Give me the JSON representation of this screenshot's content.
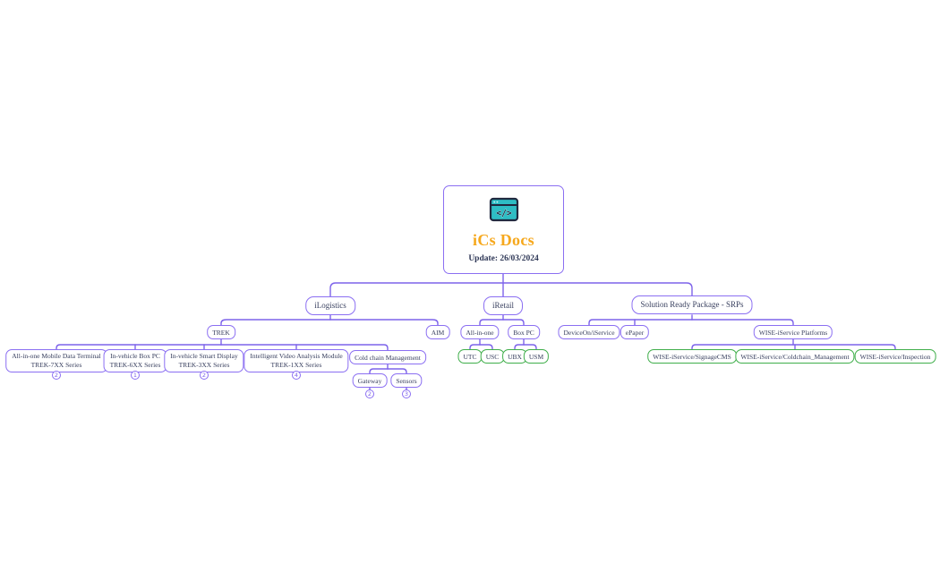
{
  "colors": {
    "branch_purple": "#7d63ea",
    "node_border_purple": "#8b6ff2",
    "node_border_green": "#3fae4a",
    "title_orange": "#f6a81d",
    "text_navy": "#39405f",
    "icon_teal": "#2ebdc4"
  },
  "root": {
    "title": "iCs Docs",
    "subtitle": "Update: 26/03/2024",
    "icon": "code-window-icon"
  },
  "nodes": {
    "ilogistics": {
      "label": "iLogistics"
    },
    "iretail": {
      "label": "iRetail"
    },
    "srps": {
      "label": "Solution Ready Package - SRPs"
    },
    "trek": {
      "label": "TREK"
    },
    "aim": {
      "label": "AIM"
    },
    "trek7xx": {
      "label": "All-in-one Mobile Data Terminal\nTREK-7XX Series",
      "badge": "2"
    },
    "trek6xx": {
      "label": "In-vehicle Box PC\nTREK-6XX Series",
      "badge": "1"
    },
    "trek3xx": {
      "label": "In-vehicle Smart Display\nTREK-3XX Series",
      "badge": "2"
    },
    "trek1xx": {
      "label": "Intelligent Video Analysis Module\nTREK-1XX Series",
      "badge": "4"
    },
    "coldchain": {
      "label": "Cold chain Management"
    },
    "gateway": {
      "label": "Gateway",
      "badge": "2"
    },
    "sensors": {
      "label": "Sensors",
      "badge": "3"
    },
    "allinone": {
      "label": "All-in-one"
    },
    "boxpc": {
      "label": "Box PC"
    },
    "utc": {
      "label": "UTC"
    },
    "usc": {
      "label": "USC"
    },
    "ubx": {
      "label": "UBX"
    },
    "usm": {
      "label": "USM"
    },
    "deviceon": {
      "label": "DeviceOn/iService"
    },
    "epaper": {
      "label": "ePaper"
    },
    "wise": {
      "label": "WISE-iService Platforms"
    },
    "signagecms": {
      "label": "WISE-iService/SignageCMS"
    },
    "coldchainmgmt": {
      "label": "WISE-iService/Coldchain_Management"
    },
    "inspection": {
      "label": "WISE-iService/Inspection"
    }
  }
}
